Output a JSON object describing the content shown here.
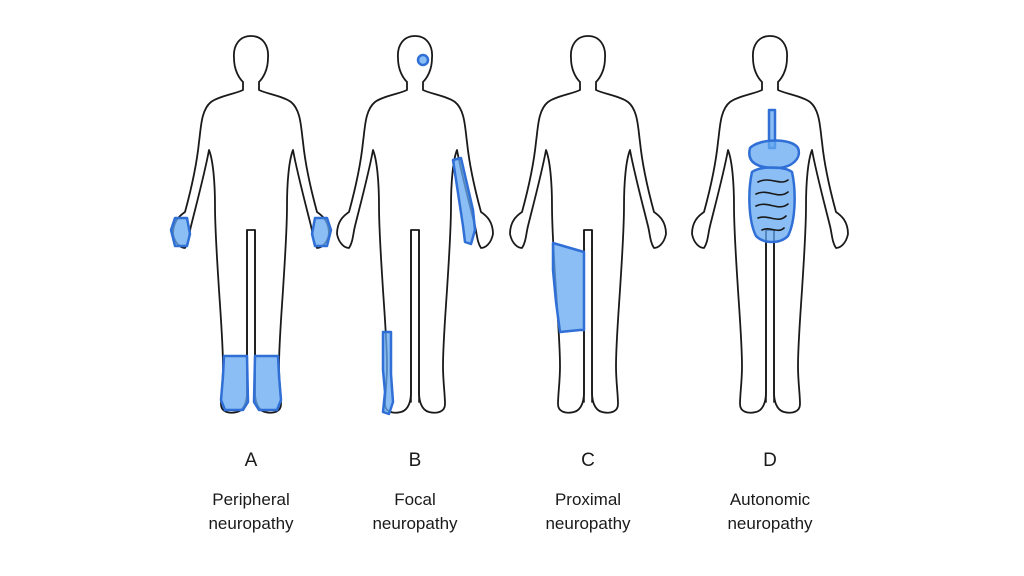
{
  "colors": {
    "highlight_fill": "#64a8f0",
    "highlight_stroke": "#2f6fd6",
    "outline": "#1a1a1a"
  },
  "panels": [
    {
      "letter": "A",
      "caption_line1": "Peripheral",
      "caption_line2": "neuropathy",
      "affected": [
        "hands",
        "feet"
      ]
    },
    {
      "letter": "B",
      "caption_line1": "Focal",
      "caption_line2": "neuropathy",
      "affected": [
        "head-spot",
        "left-forearm",
        "right-shin"
      ]
    },
    {
      "letter": "C",
      "caption_line1": "Proximal",
      "caption_line2": "neuropathy",
      "affected": [
        "right-thigh"
      ]
    },
    {
      "letter": "D",
      "caption_line1": "Autonomic",
      "caption_line2": "neuropathy",
      "affected": [
        "digestive-organs"
      ]
    }
  ]
}
